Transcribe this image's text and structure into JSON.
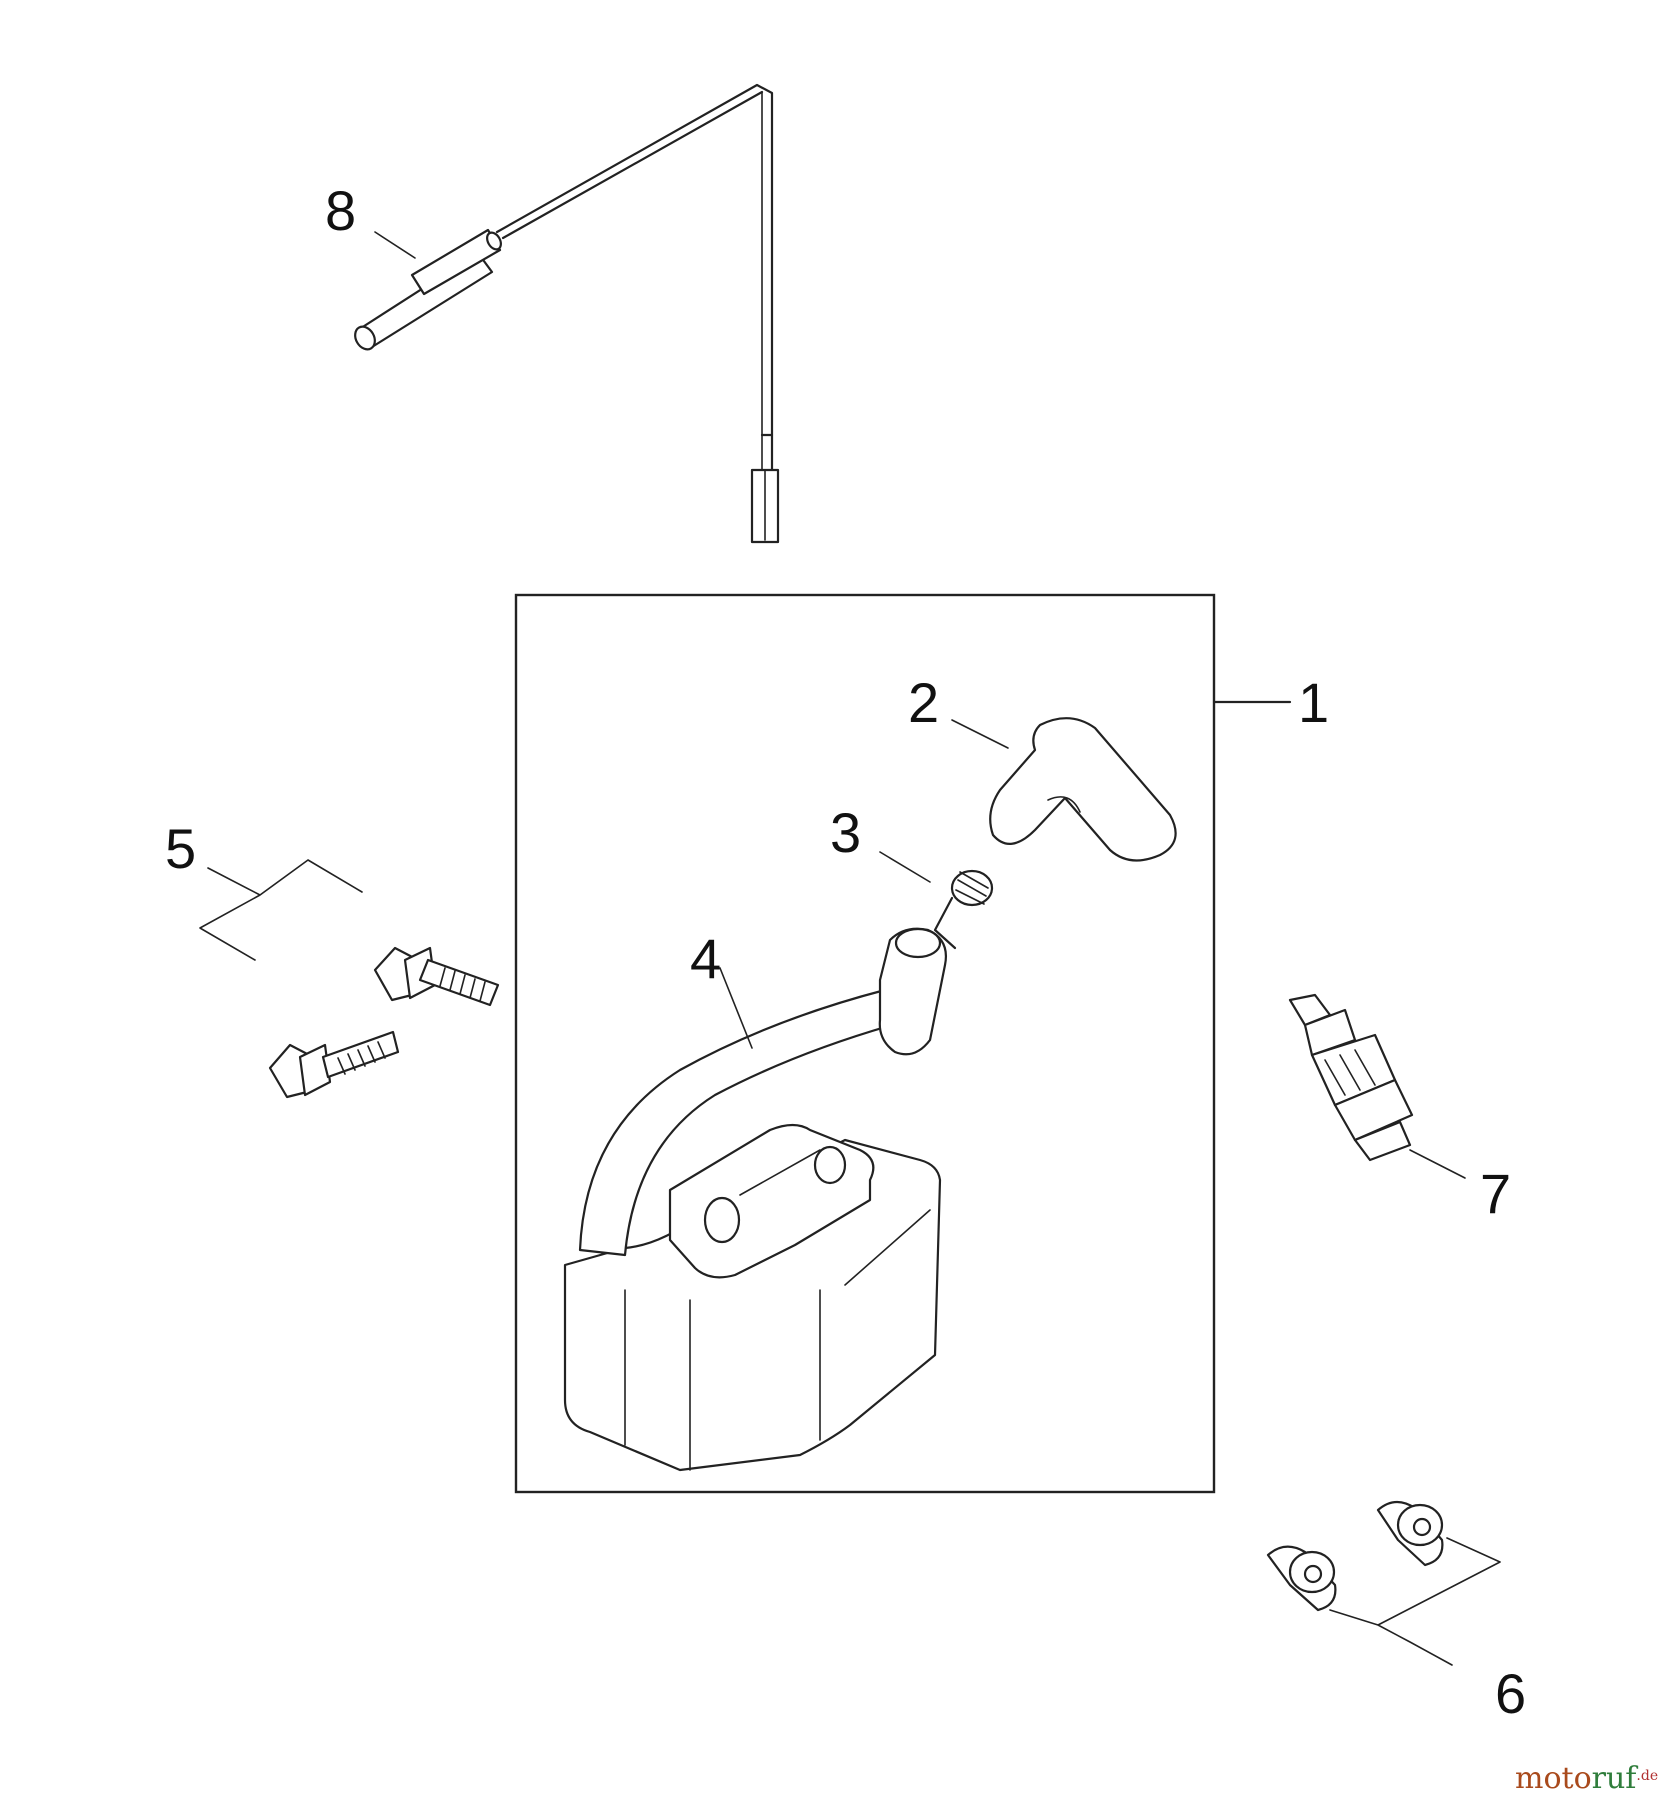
{
  "callouts": [
    {
      "id": "1",
      "text": "1"
    },
    {
      "id": "2",
      "text": "2"
    },
    {
      "id": "3",
      "text": "3"
    },
    {
      "id": "4",
      "text": "4"
    },
    {
      "id": "5",
      "text": "5"
    },
    {
      "id": "6",
      "text": "6"
    },
    {
      "id": "7",
      "text": "7"
    },
    {
      "id": "8",
      "text": "8"
    }
  ],
  "watermark": {
    "part1": "moto",
    "part2": "ruf",
    "suffix": ".de"
  }
}
